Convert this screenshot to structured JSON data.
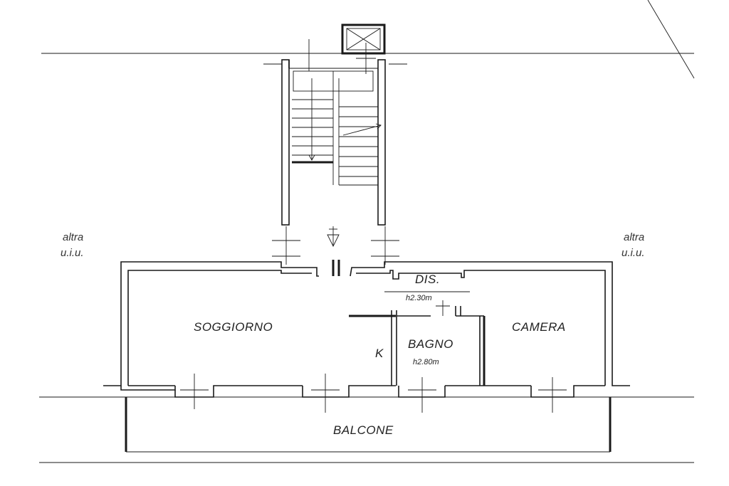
{
  "rooms": {
    "soggiorno": "SOGGIORNO",
    "camera": "CAMERA",
    "bagno": "BAGNO",
    "bagno_height": "h2.80m",
    "dis": "DIS.",
    "dis_height": "h2.30m",
    "kitchen": "K",
    "balcone": "BALCONE"
  },
  "neighbors": {
    "left_line1": "altra",
    "left_line2": "u.i.u.",
    "right_line1": "altra",
    "right_line2": "u.i.u."
  }
}
